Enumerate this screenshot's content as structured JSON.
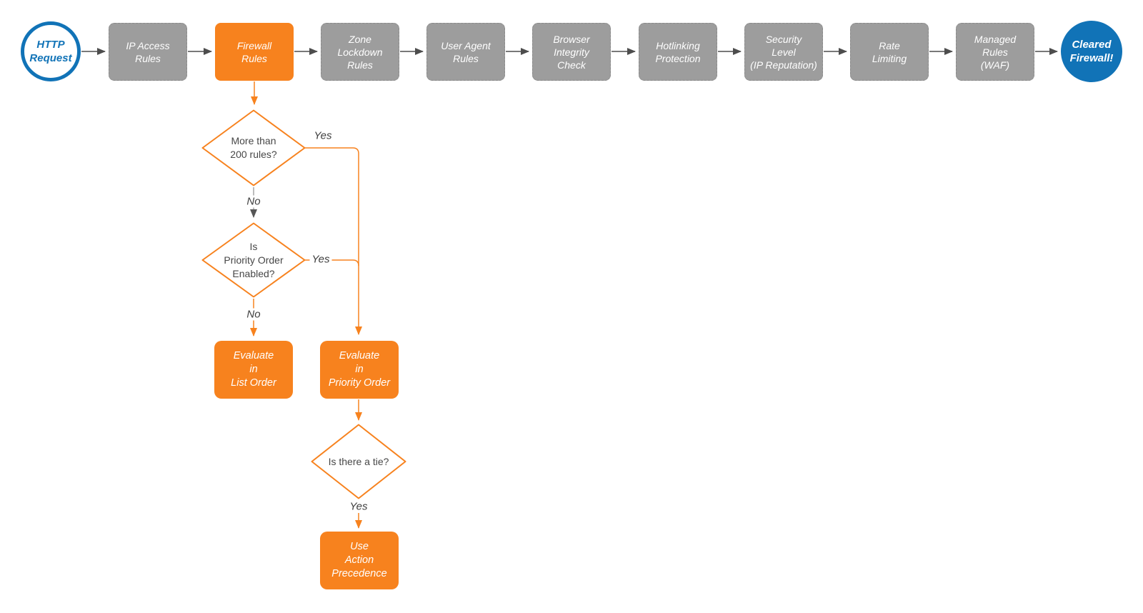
{
  "pipeline": {
    "start": "HTTP\nRequest",
    "stages": [
      {
        "label": "IP Access\nRules"
      },
      {
        "label": "Firewall\nRules"
      },
      {
        "label": "Zone\nLockdown\nRules"
      },
      {
        "label": "User Agent\nRules"
      },
      {
        "label": "Browser\nIntegrity\nCheck"
      },
      {
        "label": "Hotlinking\nProtection"
      },
      {
        "label": "Security\nLevel\n(IP Reputation)"
      },
      {
        "label": "Rate\nLimiting"
      },
      {
        "label": "Managed\nRules\n(WAF)"
      }
    ],
    "end": "Cleared\nFirewall!"
  },
  "decisions": {
    "more_than_200": "More than\n200 rules?",
    "priority_enabled": "Is\nPriority Order\nEnabled?",
    "tie": "Is there a tie?"
  },
  "actions": {
    "list_order": "Evaluate\nin\nList Order",
    "priority_order": "Evaluate\nin\nPriority Order",
    "action_precedence": "Use\nAction\nPrecedence"
  },
  "edge_labels": {
    "d1_yes": "Yes",
    "d1_no": "No",
    "d2_yes": "Yes",
    "d2_no": "No",
    "d3_yes": "Yes"
  },
  "colors": {
    "orange": "#F7821E",
    "blue": "#1173B7",
    "gray_fill": "#9D9D9D",
    "arrow_gray": "#4D4D4D"
  }
}
